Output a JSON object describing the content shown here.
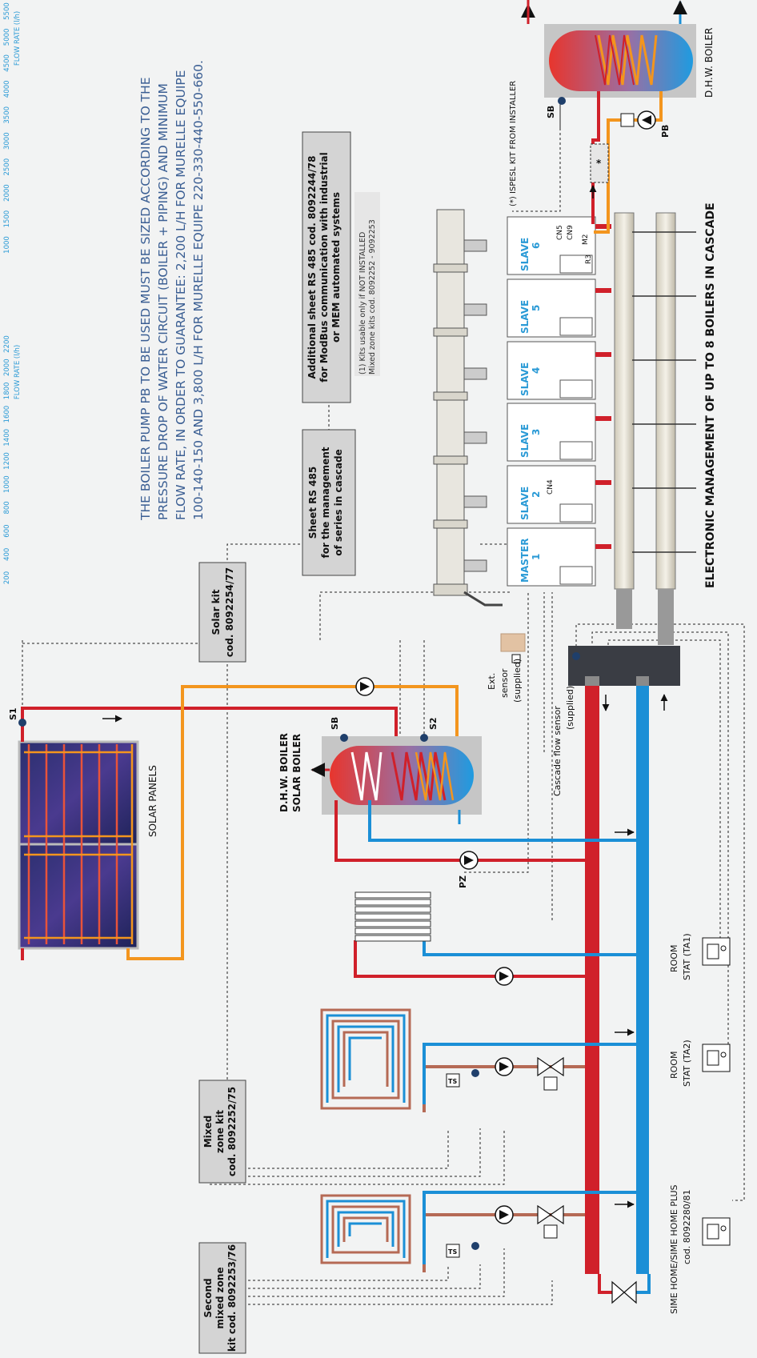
{
  "flow_axis": {
    "left": {
      "ticks": [
        "200",
        "400",
        "600",
        "800",
        "1000",
        "1200",
        "1400",
        "1600",
        "1800",
        "2000",
        "2200"
      ],
      "label": "FLOW RATE (l/h)"
    },
    "right": {
      "ticks": [
        "1000",
        "1500",
        "2000",
        "2500",
        "3000",
        "3500",
        "4000",
        "4500",
        "5000",
        "5500"
      ],
      "label": "FLOW RATE (l/h)"
    }
  },
  "notice": {
    "line1": "THE BOILER PUMP PB TO BE USED MUST BE SIZED ACCORDING TO THE",
    "line2": "PRESSURE DROP OF WATER CIRCUIT (BOILER + PIPING) AND MINIMUM",
    "line3": "FLOW RATE, IN ORDER TO GUARANTEE: 2,200 L/H FOR MURELLE EQUIPE",
    "line4": "100-140-150 AND 3,800 L/H FOR MURELLE EQUIPE 220-330-440-550-660."
  },
  "boxes": {
    "modbus": {
      "l1": "Additional sheet RS 485 cod. 8092244/78",
      "l2": "for ModBus communication with industrial",
      "l3": "or MEM automated systems"
    },
    "kits_note": {
      "l1": "(1) Kits usable only if NOT INSTALLED",
      "l2": "Mixed zone kits cod. 8092252 - 9092253"
    },
    "rs485": {
      "l1": "Sheet RS 485",
      "l2": "for the management",
      "l3": "of series in cascade"
    },
    "solar_kit": {
      "l1": "Solar kit",
      "l2": "cod. 8092254/77"
    },
    "mixed_zone": {
      "l1": "Mixed",
      "l2": "zone kit",
      "l3": "cod. 8092252/75"
    },
    "second_mixed_zone": {
      "l1": "Second",
      "l2": "mixed zone",
      "l3": "kit cod. 8092253/76"
    }
  },
  "labels": {
    "spesl": "(*) ISPESL KIT FROM INSTALLER",
    "dhw_boiler_top": "D.H.W. BOILER",
    "sb_top": "SB",
    "pb": "PB",
    "cascade_title": "ELECTRONIC MANAGEMENT OF UP TO 8 BOILERS IN CASCADE",
    "solar_panels": "SOLAR PANELS",
    "s1": "S1",
    "sb_solar": "SB",
    "s2": "S2",
    "dhw_solar_l1": "D.H.W. BOILER",
    "dhw_solar_l2": "SOLAR BOILER",
    "pz": "PZ",
    "ext_l1": "Ext.",
    "ext_l2": "sensor",
    "ext_l3": "(supplied)",
    "cfs_l1": "Cascade flow sensor",
    "cfs_l2": "(supplied)",
    "stat1_l1": "ROOM",
    "stat1_l2": "STAT (TA1)",
    "stat2_l1": "ROOM",
    "stat2_l2": "STAT (TA2)",
    "sime_l1": "SIME HOME/SIME HOME PLUS",
    "sime_l2": "cod. 8092280/81",
    "ts": "TS",
    "cn5": "CN5",
    "cn9": "CN9",
    "cn4": "CN4",
    "m2": "M2",
    "r3": "R3",
    "star": "*"
  },
  "boilers": [
    {
      "role": "MASTER",
      "num": "1"
    },
    {
      "role": "SLAVE",
      "num": "2"
    },
    {
      "role": "SLAVE",
      "num": "3"
    },
    {
      "role": "SLAVE",
      "num": "4"
    },
    {
      "role": "SLAVE",
      "num": "5"
    },
    {
      "role": "SLAVE",
      "num": "6"
    }
  ],
  "colors": {
    "hot": "#d0202a",
    "cold": "#1b8fd6",
    "solar": "#f3951e",
    "floor_hot": "#b56a55",
    "accent_text": "#2a9ad6",
    "box_fill": "#d4d4d4",
    "navy": "#1f3f6b"
  }
}
